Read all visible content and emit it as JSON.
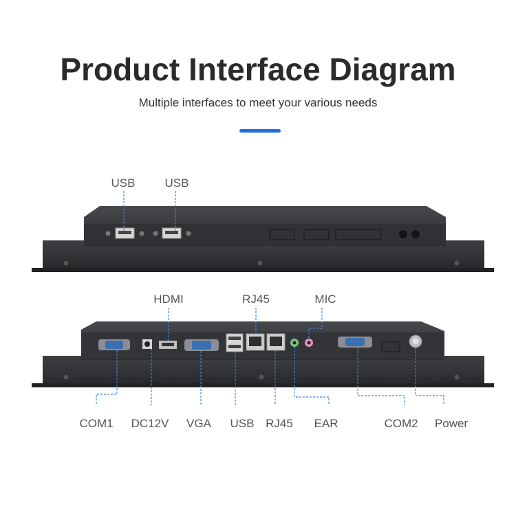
{
  "header": {
    "title": "Product Interface Diagram",
    "subtitle": "Multiple interfaces to meet your various needs",
    "accent_color": "#1f6fd9"
  },
  "top_view": {
    "labels": [
      "USB",
      "USB"
    ]
  },
  "bottom_view": {
    "top_labels": [
      "HDMI",
      "RJ45",
      "MIC"
    ],
    "bottom_labels": [
      "COM1",
      "DC12V",
      "VGA",
      "USB",
      "RJ45",
      "EAR",
      "COM2",
      "Power"
    ]
  },
  "colors": {
    "panel_dark": "#2e3033",
    "panel_mid": "#3b3d41",
    "leader_line": "#3a86e0"
  }
}
